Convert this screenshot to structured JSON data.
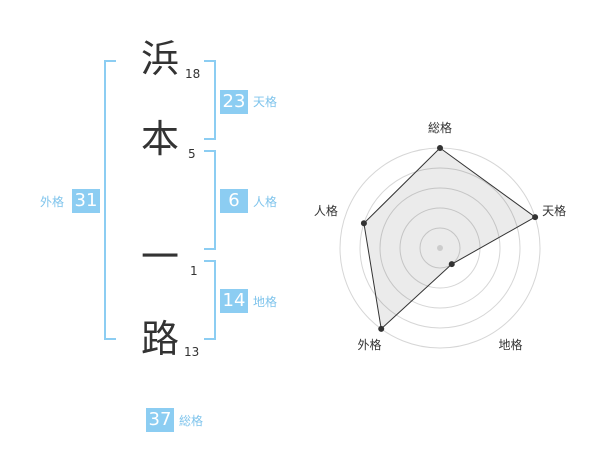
{
  "name_chars": [
    {
      "char": "浜",
      "strokes": "18"
    },
    {
      "char": "本",
      "strokes": "5"
    },
    {
      "char": "一",
      "strokes": "1"
    },
    {
      "char": "路",
      "strokes": "13"
    }
  ],
  "fortunes": {
    "tenkaku": {
      "value": "23",
      "label": "天格"
    },
    "jinkaku": {
      "value": "6",
      "label": "人格"
    },
    "chikaku": {
      "value": "14",
      "label": "地格"
    },
    "gaikaku": {
      "value": "31",
      "label": "外格"
    },
    "soukaku": {
      "value": "37",
      "label": "総格"
    }
  },
  "colors": {
    "accent": "#8ccdf2",
    "accent_text": "#7fc4ec",
    "text": "#333333"
  },
  "chart_data": {
    "type": "radar",
    "axes": [
      "総格",
      "天格",
      "地格",
      "外格",
      "人格"
    ],
    "levels": 5,
    "scale_max": 5,
    "values": [
      5,
      5,
      1,
      5,
      4
    ]
  }
}
